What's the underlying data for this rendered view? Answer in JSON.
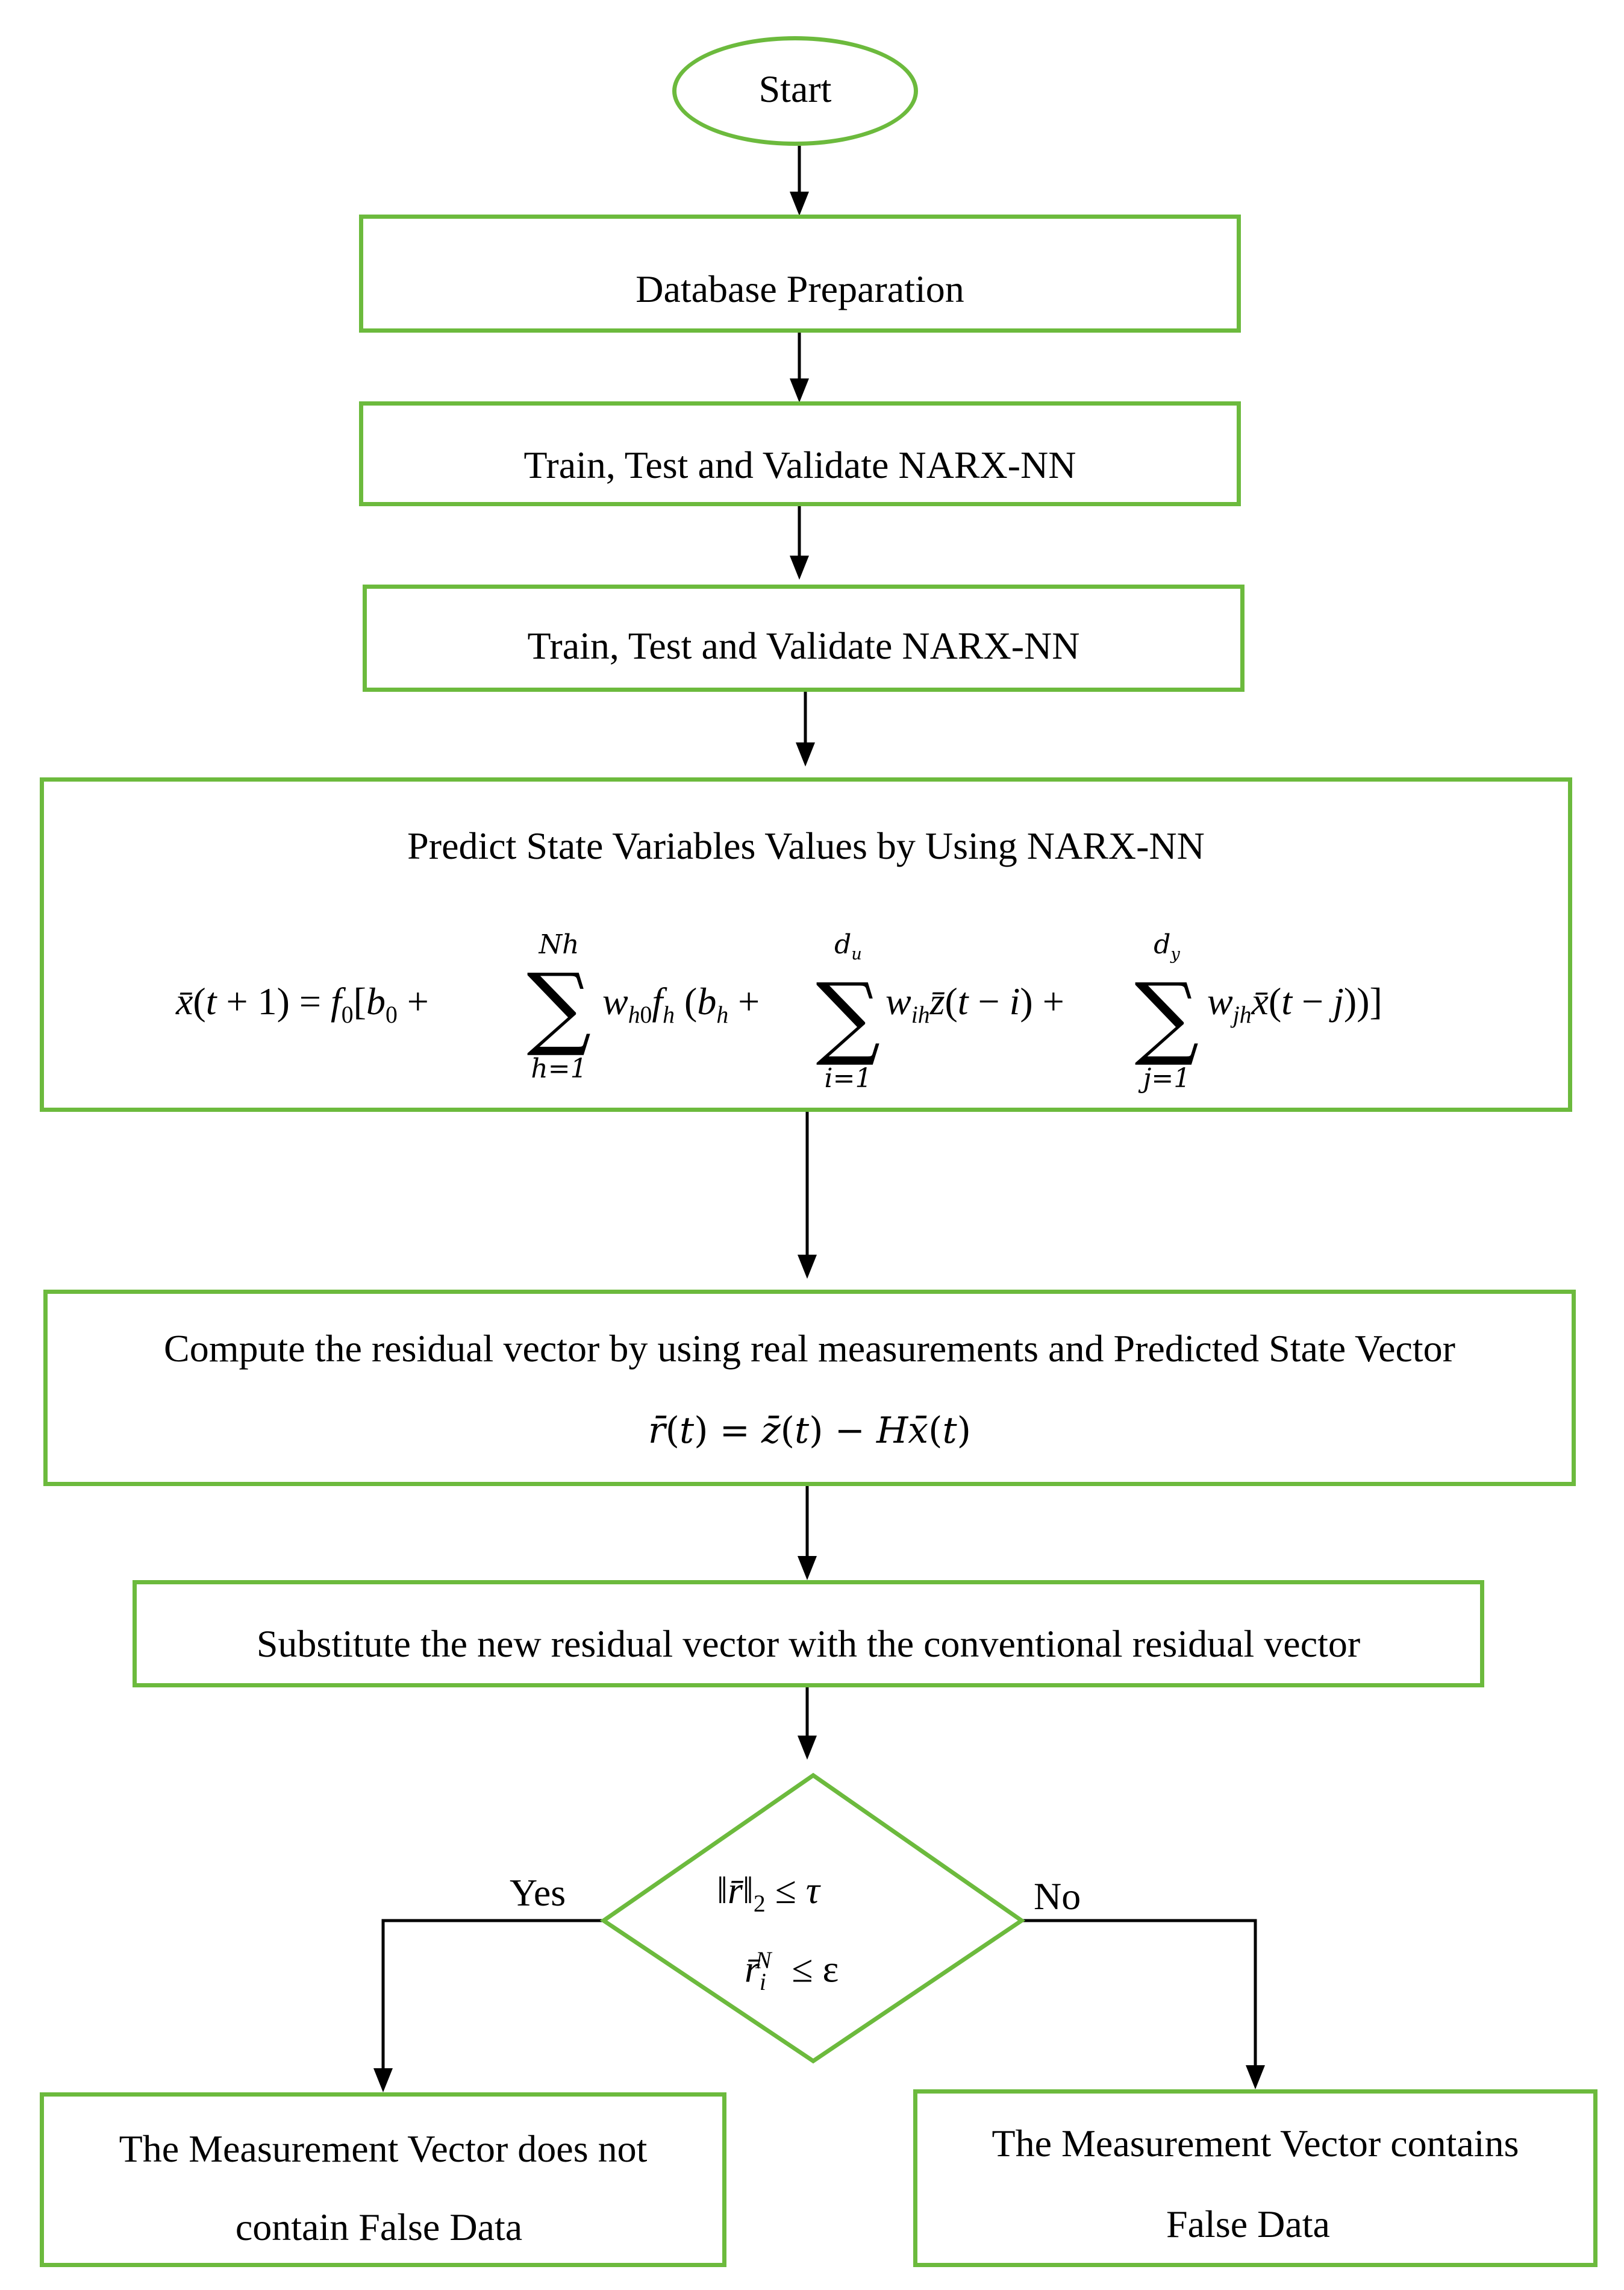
{
  "colors": {
    "shape_stroke": "#6cba3d",
    "arrow": "#000000",
    "text": "#000000"
  },
  "nodes": {
    "start": "Start",
    "database": "Database Preparation",
    "train1": "Train, Test and Validate NARX-NN",
    "train2": "Train, Test and Validate NARX-NN",
    "predict_title": "Predict State Variables Values by Using NARX-NN",
    "compute_title": "Compute the residual vector by using real measurements and Predicted State Vector",
    "substitute": "Substitute the new residual vector with the conventional residual vector",
    "result_no_false_line1": "The Measurement Vector does not",
    "result_no_false_line2": "contain False Data",
    "result_false_line1": "The Measurement Vector contains",
    "result_false_line2": "False Data"
  },
  "branches": {
    "yes": "Yes",
    "no": "No"
  }
}
